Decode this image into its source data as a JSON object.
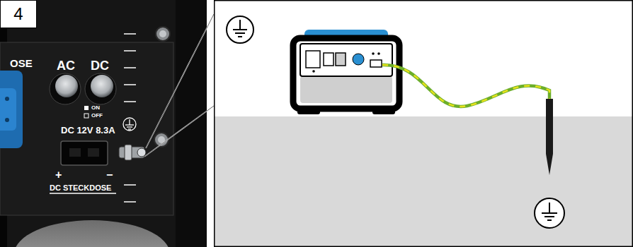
{
  "diagram": {
    "nodes": [
      {
        "text": [
          "4"
        ]
      }
    ],
    "labels": [
      "OSE",
      "AC",
      "DC",
      "ON",
      "OFF",
      "DC 12V 8.3A",
      "+",
      "−",
      "DC STECKDOSE"
    ]
  }
}
